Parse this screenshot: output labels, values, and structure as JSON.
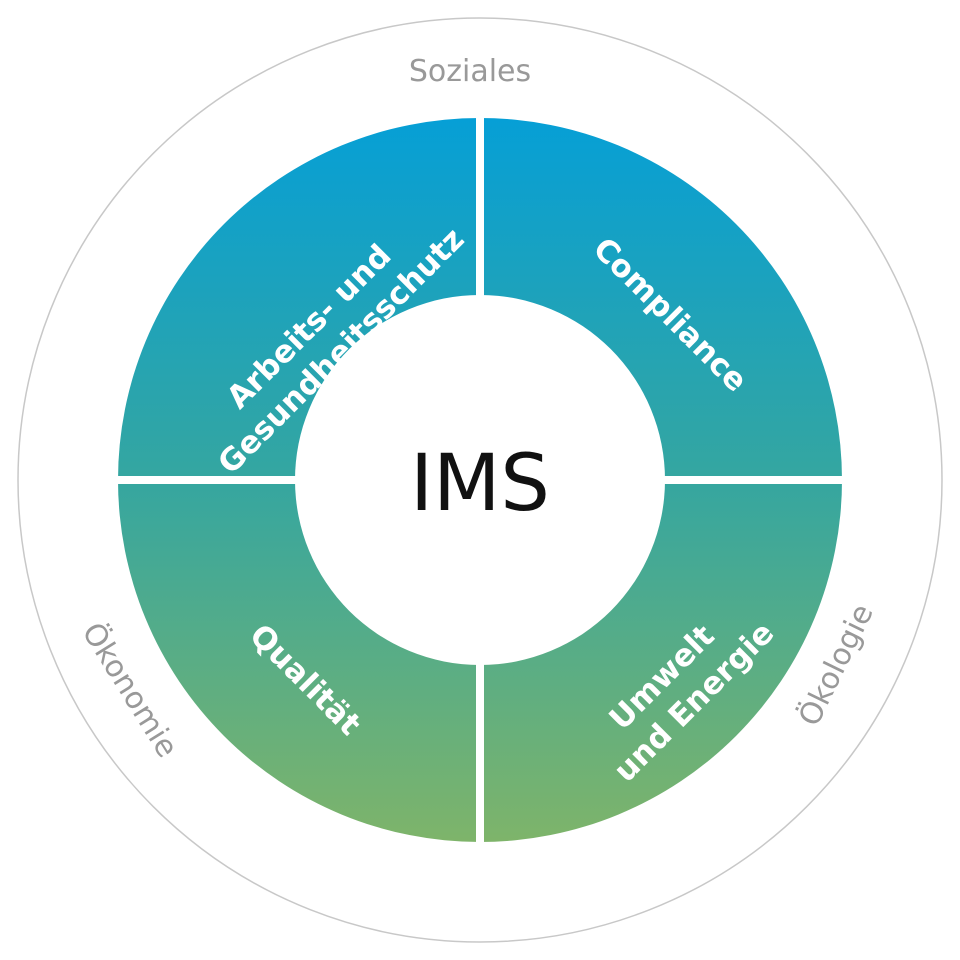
{
  "diagram": {
    "center": {
      "label": "IMS"
    },
    "outer_labels": {
      "top": "Soziales",
      "left": "Ökonomie",
      "right": "Ökologie"
    },
    "segments": [
      {
        "id": "top-left",
        "lines": [
          "Arbeits- und",
          "Gesundheitsschutz"
        ]
      },
      {
        "id": "top-right",
        "lines": [
          "Compliance"
        ]
      },
      {
        "id": "bottom-left",
        "lines": [
          "Qualität"
        ]
      },
      {
        "id": "bottom-right",
        "lines": [
          "Umwelt",
          "und Energie"
        ]
      }
    ],
    "colors": {
      "gradient_top": "#069fd6",
      "gradient_mid": "#35a6a0",
      "gradient_bottom": "#7eb46a",
      "outer_ring": "#c8c8c8",
      "outer_text": "#999999",
      "segment_text": "#ffffff",
      "center_text": "#111111"
    }
  }
}
